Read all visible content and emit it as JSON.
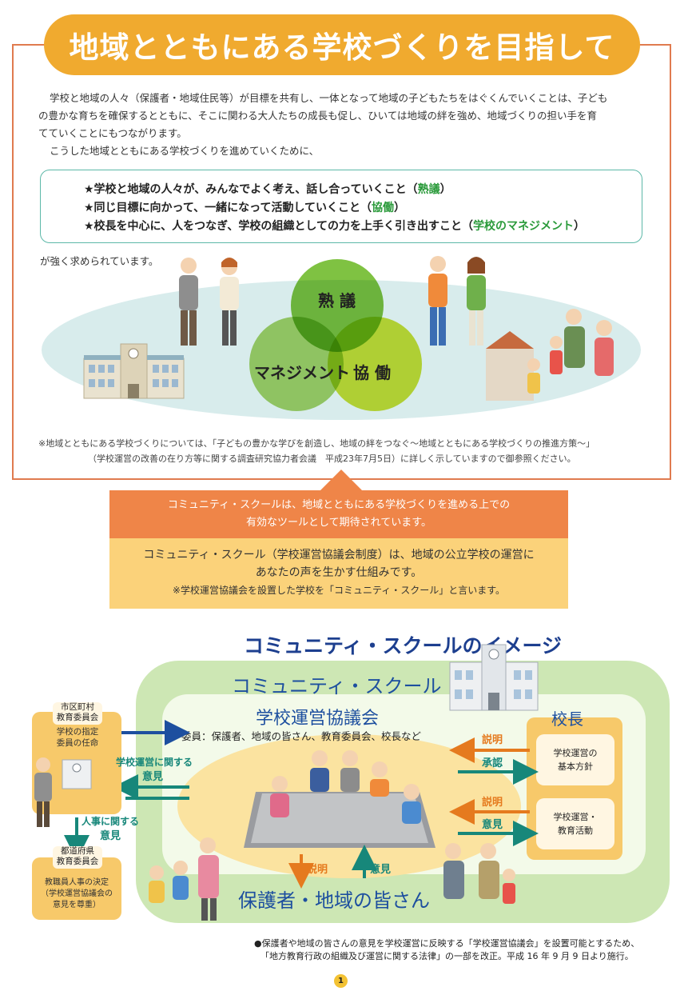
{
  "title": "地域とともにある学校づくりを目指して",
  "intro": {
    "line1": "学校と地域の人々（保護者・地域住民等）が目標を共有し、一体となって地域の子どもたちをはぐくんでいくことは、子ども",
    "line2": "の豊かな育ちを確保するとともに、そこに関わる大人たちの成長も促し、ひいては地域の絆を強め、地域づくりの担い手を育",
    "line3": "てていくことにもつながります。",
    "line4": "こうした地域とともにある学校づくりを進めていくために、"
  },
  "key_points": [
    {
      "text": "★学校と地域の人々が、みんなでよく考え、話し合っていくこと（",
      "keyword": "熟議",
      "end": "）"
    },
    {
      "text": "★同じ目標に向かって、一緒になって活動していくこと（",
      "keyword": "協働",
      "end": "）"
    },
    {
      "text": "★校長を中心に、人をつなぎ、学校の組織としての力を上手く引き出すこと（",
      "keyword": "学校のマネジメント",
      "end": "）"
    }
  ],
  "required_text": "が強く求められています。",
  "circles": {
    "top": "熟 議",
    "left": "マネジメント",
    "right": "協 働",
    "colors": {
      "top": "#7fc242",
      "left": "#a9d36a",
      "right": "#cfe038"
    }
  },
  "note": {
    "line1": "※地域とともにある学校づくりについては、「子どもの豊かな学びを創造し、地域の絆をつなぐ〜地域とともにある学校づくりの推進方策〜」",
    "line2": "（学校運営の改善の在り方等に関する調査研究協力者会議　平成23年7月5日）に詳しく示していますので御参照ください。"
  },
  "callout": {
    "top_line1": "コミュニティ・スクールは、地域とともにある学校づくりを進める上での",
    "top_line2": "有効なツールとして期待されています。",
    "bot_line1": "コミュニティ・スクール（学校運営協議会制度）は、地域の公立学校の運営に",
    "bot_line2": "あなたの声を生かす仕組みです。",
    "bot_line3": "※学校運営協議会を設置した学校を「コミュニティ・スクール」と言います。"
  },
  "image": {
    "title": "コミュニティ・スクールのイメージ",
    "cs_label": "コミュニティ・スクール",
    "council_title": "学校運営協議会",
    "members": "委員：保護者、地域の皆さん、教育委員会、校長など",
    "principal": "校長",
    "policy": "学校運営の基本方針",
    "policy_l1": "学校運営の",
    "policy_l2": "基本方針",
    "activity_l1": "学校運営・",
    "activity_l2": "教育活動",
    "explain": "説明",
    "approve": "承認",
    "opinion": "意見",
    "municipal_l1": "市区町村",
    "municipal_l2": "教育委員会",
    "municipal_task_l1": "学校の指定",
    "municipal_task_l2": "委員の任命",
    "opinion_school_l1": "学校運営に関する",
    "opinion_school_l2": "意見",
    "opinion_hr_l1": "人事に関する",
    "opinion_hr_l2": "意見",
    "prefecture_l1": "都道府県",
    "prefecture_l2": "教育委員会",
    "prefecture_task_l1": "教職員人事の決定",
    "prefecture_task_l2": "（学校運営協議会の",
    "prefecture_task_l3": "意見を尊重）",
    "parents": "保護者・地域の皆さん",
    "colors": {
      "navy": "#1d4f9f",
      "orange": "#e57a1e",
      "teal": "#17877a"
    }
  },
  "footnote": {
    "line1": "●保護者や地域の皆さんの意見を学校運営に反映する「学校運営協議会」を設置可能とするため、",
    "line2": "「地方教育行政の組織及び運営に関する法律」の一部を改正。平成 16 年 9 月 9 日より施行。"
  },
  "page_number": "1"
}
